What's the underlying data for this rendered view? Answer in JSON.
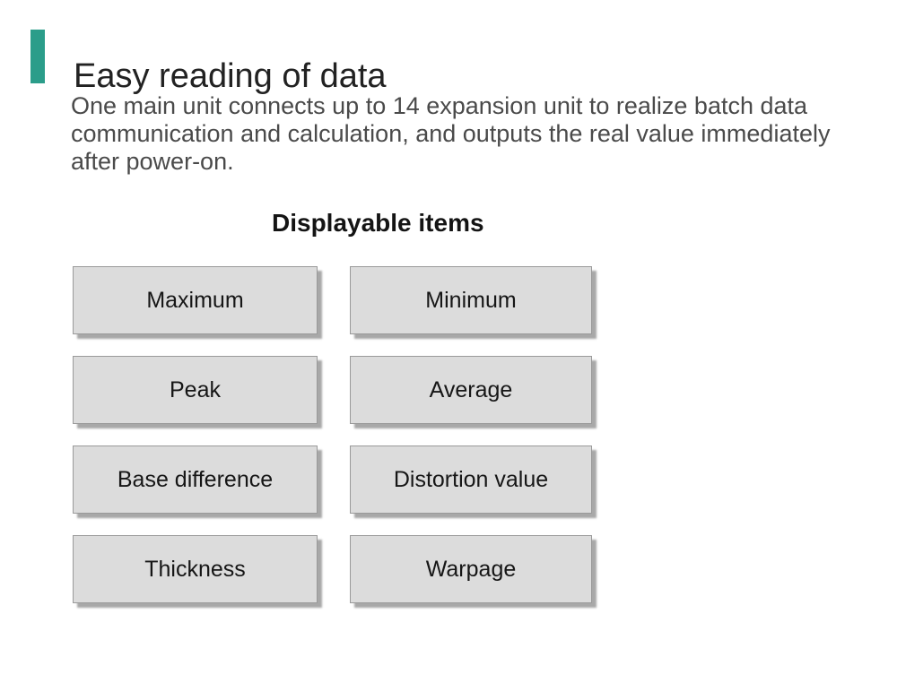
{
  "slide": {
    "title": "Easy reading of data",
    "description_lines": [
      "One main unit connects up to 14 expansion unit to realize batch data",
      "communication and calculation, and outputs the real value immediately",
      "after power-on."
    ],
    "items_heading": "Displayable items"
  },
  "displayable_items": [
    {
      "label": "Maximum"
    },
    {
      "label": "Minimum"
    },
    {
      "label": "Peak"
    },
    {
      "label": "Average"
    },
    {
      "label": "Base difference"
    },
    {
      "label": "Distortion value"
    },
    {
      "label": "Thickness"
    },
    {
      "label": "Warpage"
    }
  ],
  "colors": {
    "accent": "#2b9d8a",
    "button_fill": "#dcdcdc",
    "button_border": "#9a9a9a",
    "button_shadow": "#a8a8a8",
    "title_text": "#222222",
    "body_text": "#4a4a4a"
  }
}
